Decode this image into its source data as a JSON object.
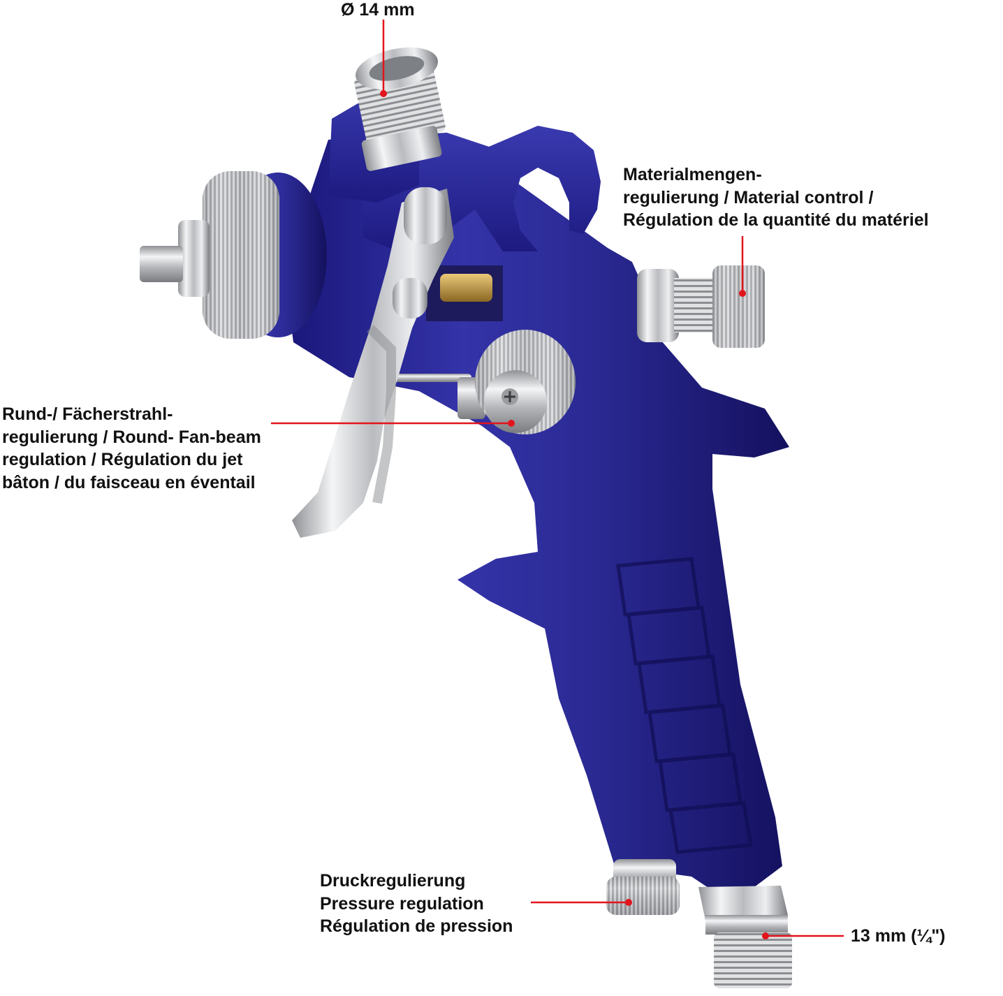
{
  "annotations": {
    "diameter": {
      "lines": [
        "Ø 14 mm"
      ]
    },
    "material_control": {
      "lines": [
        "Materialmengen-",
        "regulierung / Material control /",
        "Régulation de la quantité du matériel"
      ]
    },
    "fan_regulation": {
      "lines": [
        "Rund-/ Fächerstrahl-",
        "regulierung / Round- Fan-beam",
        "regulation / Régulation du jet",
        "bâton / du faisceau en éventail"
      ]
    },
    "pressure_regulation": {
      "lines": [
        "Druckregulierung",
        "Pressure regulation",
        "Régulation de pression"
      ]
    },
    "connector": {
      "lines": [
        "13 mm (¼\")"
      ]
    }
  },
  "colors": {
    "body": "#2b2a94",
    "body_dark": "#16136a",
    "chrome": "#c8c9cc",
    "brass": "#b08a3a",
    "leader": "#e2141c"
  },
  "icons": [
    "spray-gun-image"
  ]
}
